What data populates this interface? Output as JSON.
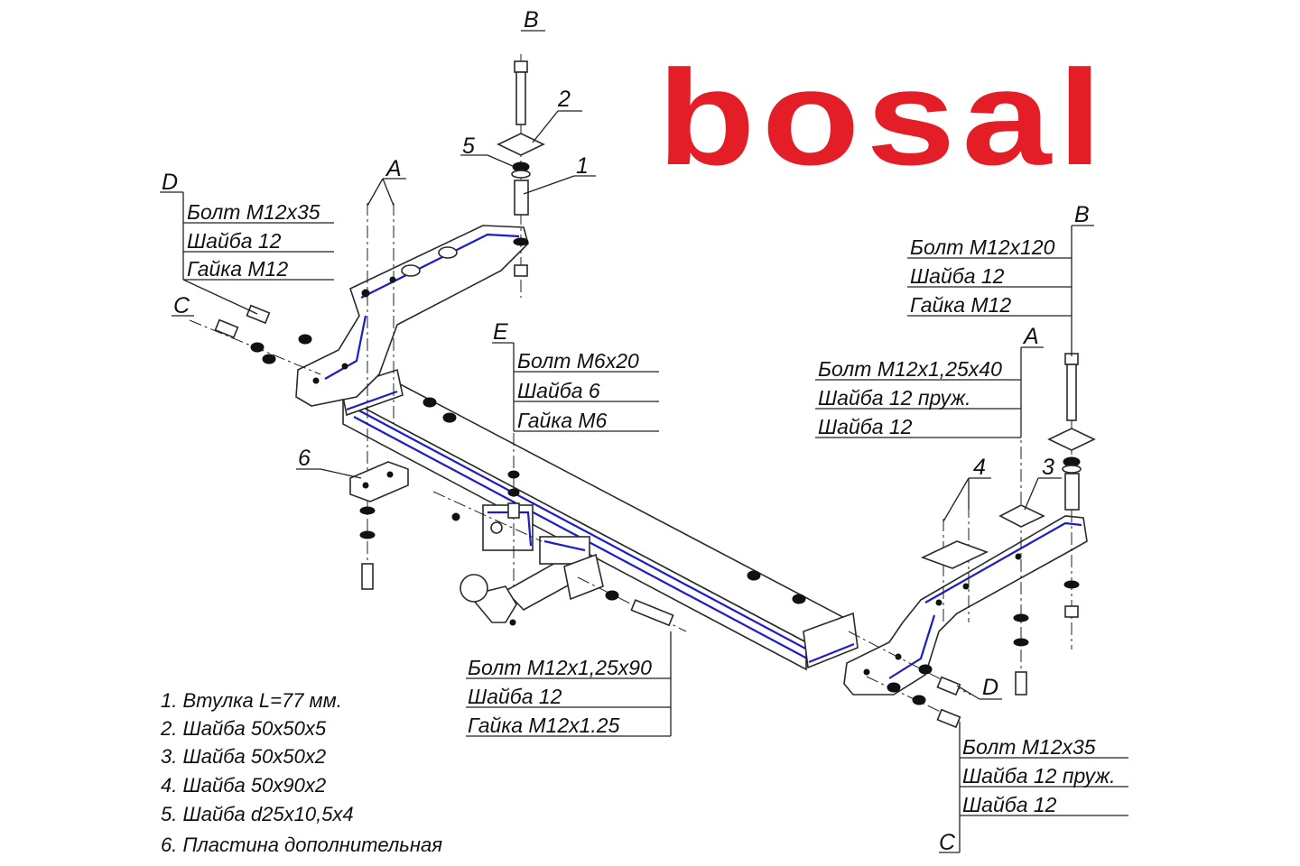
{
  "logo": {
    "text": "bosal",
    "color": "#e41e26"
  },
  "accent_color": "#1c1cc8",
  "letters": {
    "b_top": "B",
    "a_left": "A",
    "d_left": "D",
    "c_left": "C",
    "e_mid": "E",
    "b_right": "B",
    "a_right": "A",
    "d_right": "D",
    "c_bottom": "C"
  },
  "part_numbers": {
    "n1": "1",
    "n2": "2",
    "n3": "3",
    "n4": "4",
    "n5": "5",
    "n6": "6"
  },
  "callouts": {
    "d_left": [
      "Болт М12х35",
      "Шайба 12",
      "Гайка М12"
    ],
    "e_mid": [
      "Болт М6х20",
      "Шайба 6",
      "Гайка М6"
    ],
    "b_right": [
      "Болт М12х120",
      "Шайба 12",
      "Гайка М12"
    ],
    "a_right": [
      "Болт М12х1,25х40",
      "Шайба 12 пруж.",
      "Шайба 12"
    ],
    "ball_mount": [
      "Болт М12х1,25х90",
      "Шайба 12",
      "Гайка М12х1.25"
    ],
    "c_bottom": [
      "Болт М12х35",
      "Шайба 12 пруж.",
      "Шайба 12"
    ]
  },
  "legend": [
    "1. Втулка L=77 мм.",
    "2. Шайба 50х50х5",
    "3. Шайба 50х50х2",
    "4. Шайба 50х90х2",
    "5. Шайба d25х10,5х4",
    "6. Пластина дополнительная"
  ]
}
